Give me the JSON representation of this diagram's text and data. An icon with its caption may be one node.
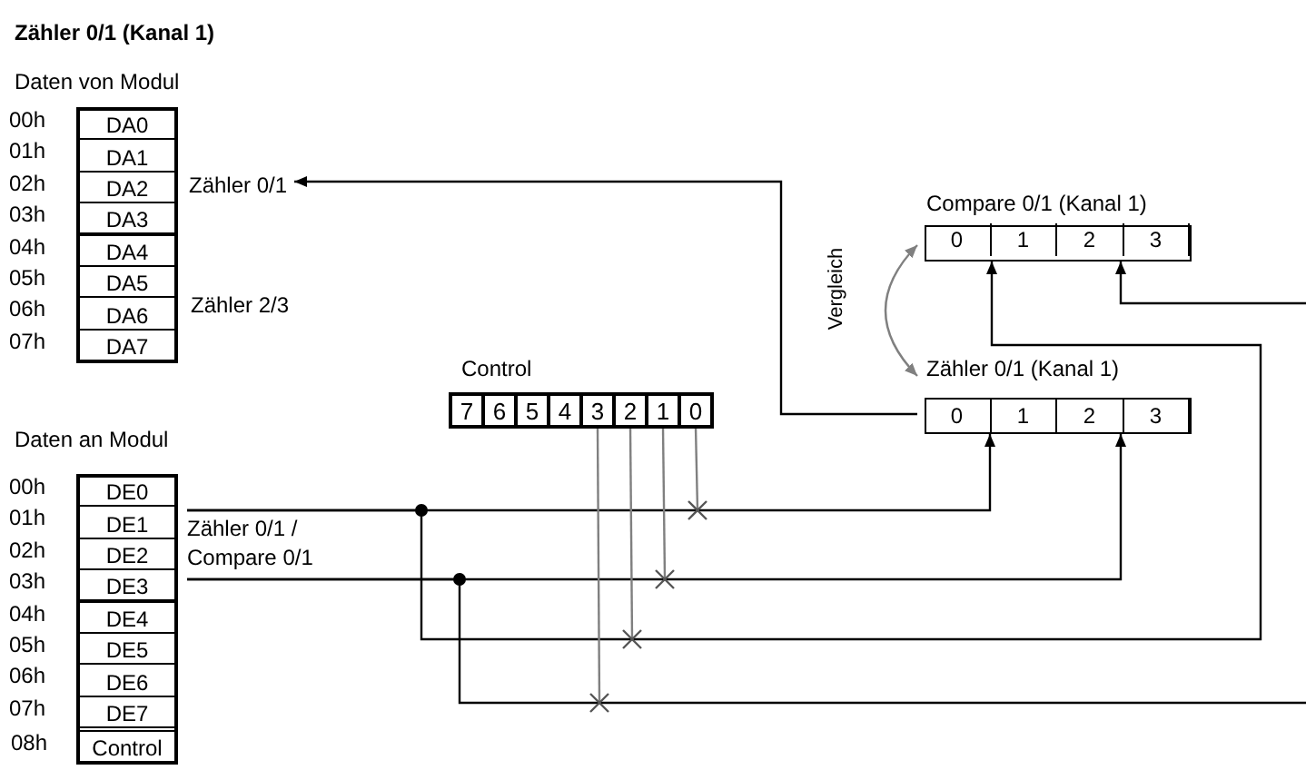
{
  "diagram": {
    "title": "Zähler 0/1 (Kanal 1)",
    "nodes": [
      {
        "text": [
          "Daten von Modul"
        ]
      },
      {
        "text": [
          "DA0"
        ],
        "in": 0,
        "beside": [
          "00h"
        ]
      },
      {
        "text": [
          "DA1"
        ],
        "in": 0,
        "beside": [
          "01h"
        ]
      },
      {
        "text": [
          "DA2"
        ],
        "in": 0,
        "beside": [
          "02h"
        ]
      },
      {
        "text": [
          "DA3"
        ],
        "in": 0,
        "beside": [
          "03h"
        ]
      },
      {
        "text": [
          "DA4"
        ],
        "in": 0,
        "beside": [
          "04h"
        ]
      },
      {
        "text": [
          "DA5"
        ],
        "in": 0,
        "beside": [
          "05h"
        ]
      },
      {
        "text": [
          "DA6"
        ],
        "in": 0,
        "beside": [
          "06h"
        ]
      },
      {
        "text": [
          "DA7"
        ],
        "in": 0,
        "beside": [
          "07h"
        ]
      },
      {
        "text": [
          "Zähler 0/1"
        ]
      },
      {
        "text": [
          "Daten an Modul"
        ]
      },
      {
        "text": [
          "DE0"
        ],
        "in": 10,
        "beside": [
          "00h"
        ]
      },
      {
        "text": [
          "DE1"
        ],
        "in": 10,
        "beside": [
          "01h"
        ]
      },
      {
        "text": [
          "DE2"
        ],
        "in": 10,
        "beside": [
          "02h"
        ]
      },
      {
        "text": [
          "DE3"
        ],
        "in": 10,
        "beside": [
          "03h"
        ]
      },
      {
        "text": [
          "DE4"
        ],
        "in": 10,
        "beside": [
          "04h"
        ]
      },
      {
        "text": [
          "DE5"
        ],
        "in": 10,
        "beside": [
          "05h"
        ]
      },
      {
        "text": [
          "DE6"
        ],
        "in": 10,
        "beside": [
          "06h"
        ]
      },
      {
        "text": [
          "DE7"
        ],
        "in": 10,
        "beside": [
          "07h"
        ]
      },
      {
        "text": [
          "Control"
        ],
        "in": 10,
        "beside": [
          "08h"
        ]
      },
      {
        "text": [
          "Zähler 0/1 / Compare 0/1"
        ]
      },
      {
        "text": [
          "Control"
        ]
      },
      {
        "text": [
          "7"
        ],
        "in": 21
      },
      {
        "text": [
          "6"
        ],
        "in": 21
      },
      {
        "text": [
          "5"
        ],
        "in": 21
      },
      {
        "text": [
          "4"
        ],
        "in": 21
      },
      {
        "text": [
          "3"
        ],
        "in": 21
      },
      {
        "text": [
          "2"
        ],
        "in": 21
      },
      {
        "text": [
          "1"
        ],
        "in": 21
      },
      {
        "text": [
          "0"
        ],
        "in": 21
      },
      {
        "text": [
          "Compare 0/1 (Kanal 1)"
        ]
      },
      {
        "text": [
          "0"
        ],
        "in": 30
      },
      {
        "text": [
          "1"
        ],
        "in": 30
      },
      {
        "text": [
          "2"
        ],
        "in": 30
      },
      {
        "text": [
          "3"
        ],
        "in": 30
      },
      {
        "text": [
          "Zähler 0/1 (Kanal 1)"
        ]
      },
      {
        "text": [
          "0"
        ],
        "in": 35
      },
      {
        "text": [
          "1"
        ],
        "in": 35
      },
      {
        "text": [
          "2"
        ],
        "in": 35
      },
      {
        "text": [
          "3"
        ],
        "in": 35
      }
    ],
    "edges": [
      {
        "from": 35,
        "to": 9,
        "arrow": "to"
      },
      {
        "from": 30,
        "to": 35,
        "arrow": "both",
        "label": "Vergleich",
        "color": "#808080"
      },
      {
        "from": 20,
        "to": 35,
        "arrow": "to"
      },
      {
        "from": 20,
        "to": 35,
        "arrow": "to"
      },
      {
        "from": 20,
        "to": 30,
        "arrow": "to"
      },
      {
        "from": 20,
        "to": null,
        "arrow": "none"
      },
      {
        "from": null,
        "to": 30,
        "arrow": "to"
      },
      {
        "from": 29,
        "to": null,
        "arrow": "none",
        "color": "#808080"
      },
      {
        "from": 28,
        "to": null,
        "arrow": "none",
        "color": "#808080"
      },
      {
        "from": 27,
        "to": null,
        "arrow": "none",
        "color": "#808080"
      },
      {
        "from": 26,
        "to": null,
        "arrow": "none",
        "color": "#808080"
      }
    ],
    "labels": [
      "Zähler 2/3"
    ]
  }
}
